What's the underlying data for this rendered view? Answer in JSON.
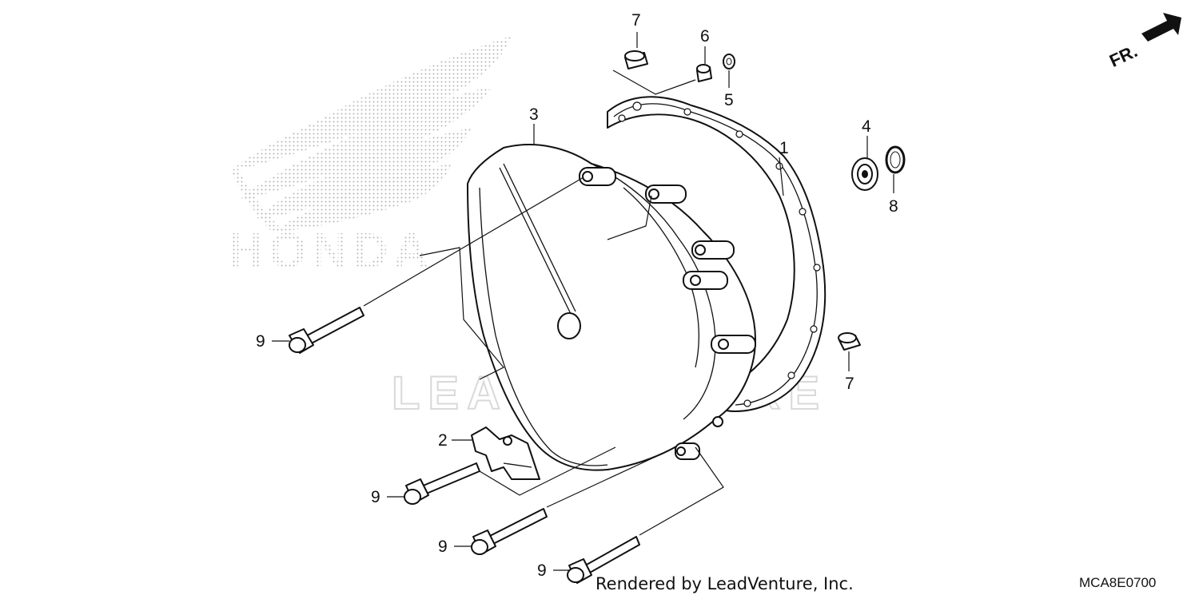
{
  "callouts": [
    {
      "id": "c1",
      "label": "1"
    },
    {
      "id": "c2",
      "label": "2"
    },
    {
      "id": "c3",
      "label": "3"
    },
    {
      "id": "c4",
      "label": "4"
    },
    {
      "id": "c5",
      "label": "5"
    },
    {
      "id": "c6",
      "label": "6"
    },
    {
      "id": "c7a",
      "label": "7"
    },
    {
      "id": "c7b",
      "label": "7"
    },
    {
      "id": "c8",
      "label": "8"
    },
    {
      "id": "c9a",
      "label": "9"
    },
    {
      "id": "c9b",
      "label": "9"
    },
    {
      "id": "c9c",
      "label": "9"
    },
    {
      "id": "c9d",
      "label": "9"
    }
  ],
  "direction_label": "FR.",
  "brand_logo_text": "HONDA",
  "watermark_text": "LEADVENTURE",
  "footer_credit": "Rendered by LeadVenture, Inc.",
  "diagram_code": "MCA8E0700"
}
